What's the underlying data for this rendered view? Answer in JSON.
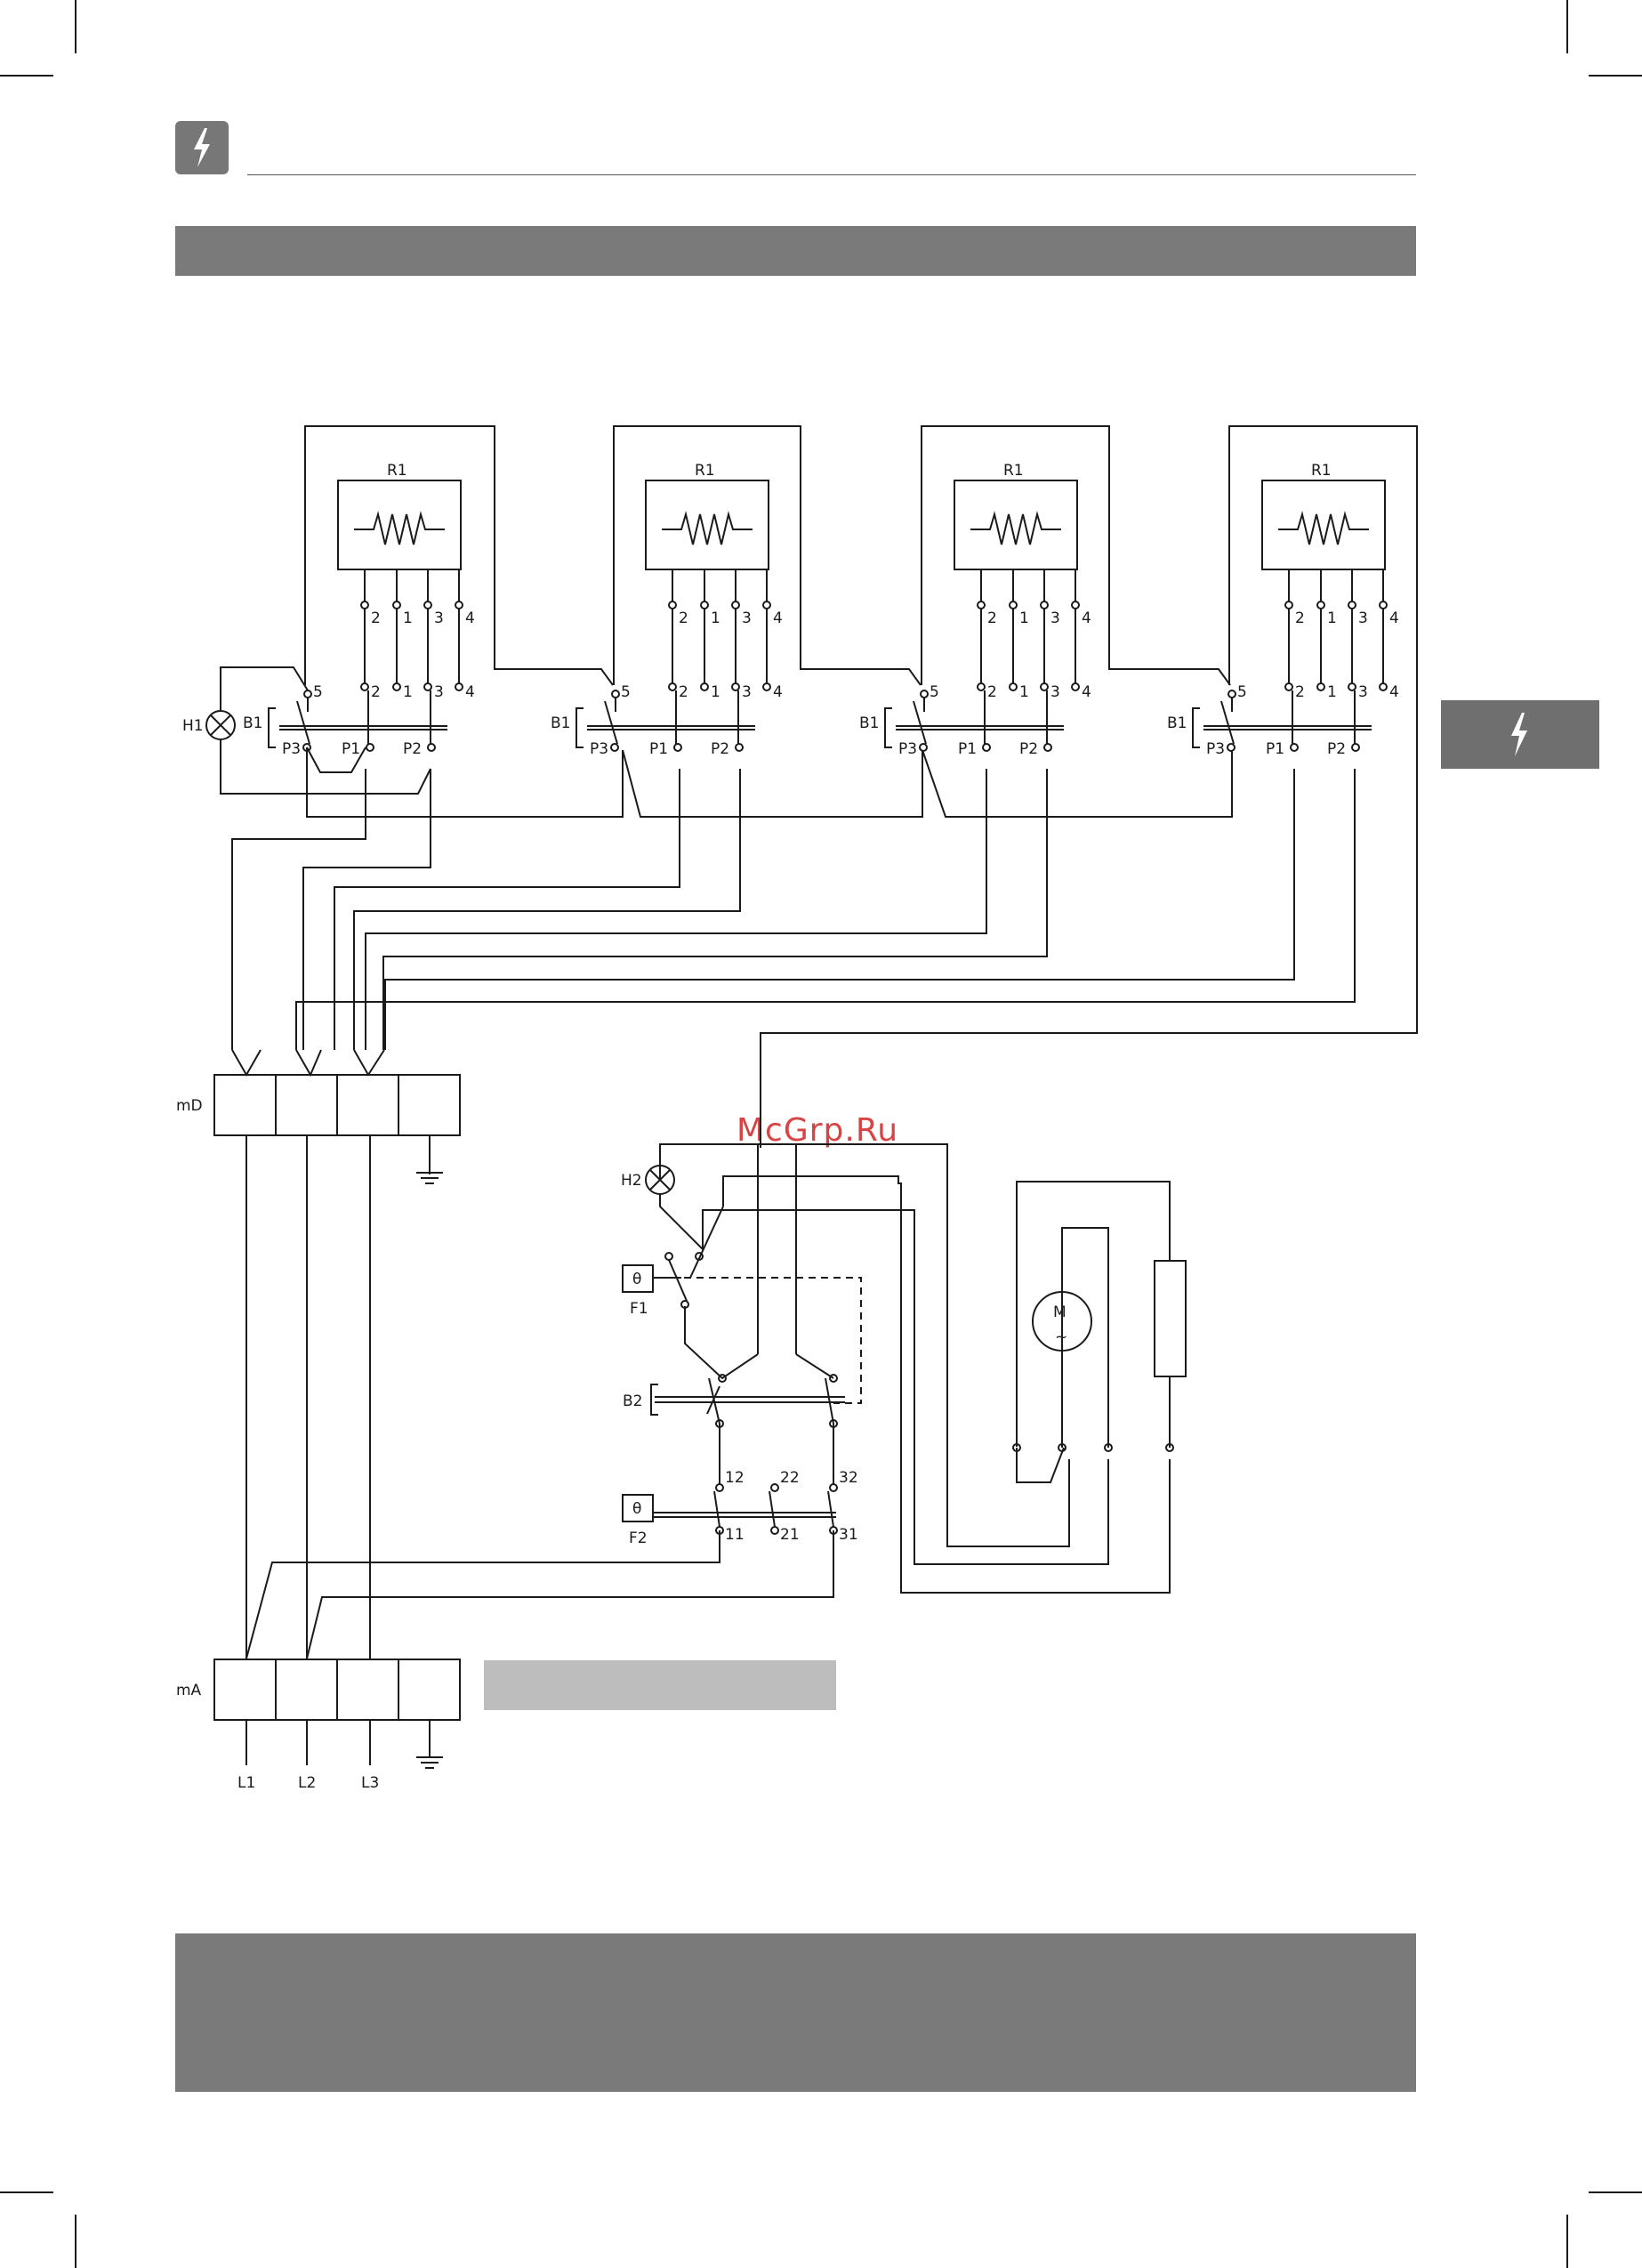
{
  "header": {
    "icon": "lightning-icon"
  },
  "side_tab": {
    "icon": "lightning-icon"
  },
  "watermark": "McGrp.Ru",
  "diagram": {
    "resistor_label": "R1",
    "resistor_pins": [
      "2",
      "1",
      "3",
      "4"
    ],
    "switch_pins": [
      "5",
      "2",
      "1",
      "3",
      "4"
    ],
    "switch_label": "B1",
    "switch_outputs": [
      "P3",
      "P1",
      "P2"
    ],
    "lamp1_label": "H1",
    "lamp2_label": "H2",
    "terminal_top_label": "mD",
    "terminal_bottom_label": "mA",
    "phases": [
      "L1",
      "L2",
      "L3"
    ],
    "thermostat1_label": "F1",
    "thermostat2_label": "F2",
    "thermostat_symbol": "θ",
    "switch2_label": "B2",
    "f2_top_pins": [
      "12",
      "22",
      "32"
    ],
    "f2_bottom_pins": [
      "11",
      "21",
      "31"
    ],
    "motor_symbol": "M",
    "motor_ac": "~"
  },
  "colors": {
    "band": "#7a7a7a",
    "caption_box": "#bdbdbd",
    "watermark": "#d84343"
  }
}
